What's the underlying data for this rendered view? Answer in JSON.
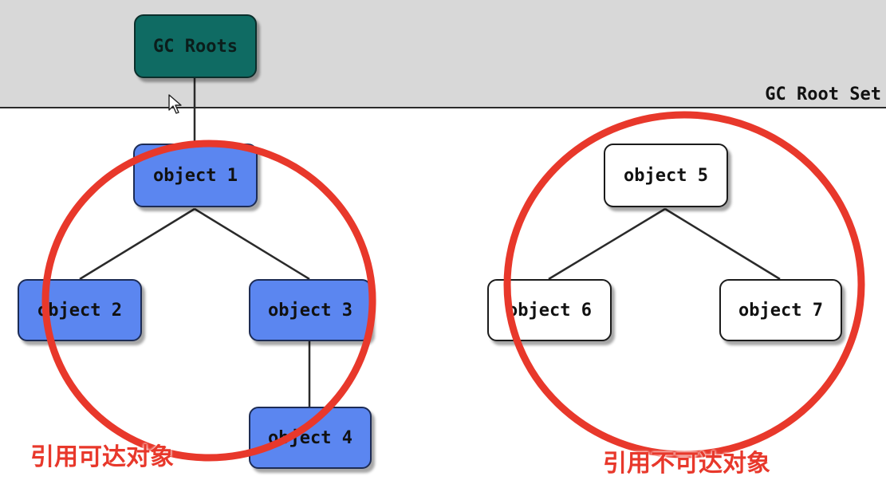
{
  "root_set_label": "GC Root Set",
  "colors": {
    "root_node": "#0f6b63",
    "reachable_node": "#5b86f0",
    "unreachable_node": "#ffffff",
    "annotation": "#e8382b"
  },
  "nodes": {
    "gc_roots": "GC Roots",
    "object1": "object 1",
    "object2": "object 2",
    "object3": "object 3",
    "object4": "object 4",
    "object5": "object 5",
    "object6": "object 6",
    "object7": "object 7"
  },
  "annotations": {
    "reachable": "引用可达对象",
    "unreachable": "引用不可达对象"
  },
  "icons": {
    "cursor": "mouse-pointer-icon"
  }
}
